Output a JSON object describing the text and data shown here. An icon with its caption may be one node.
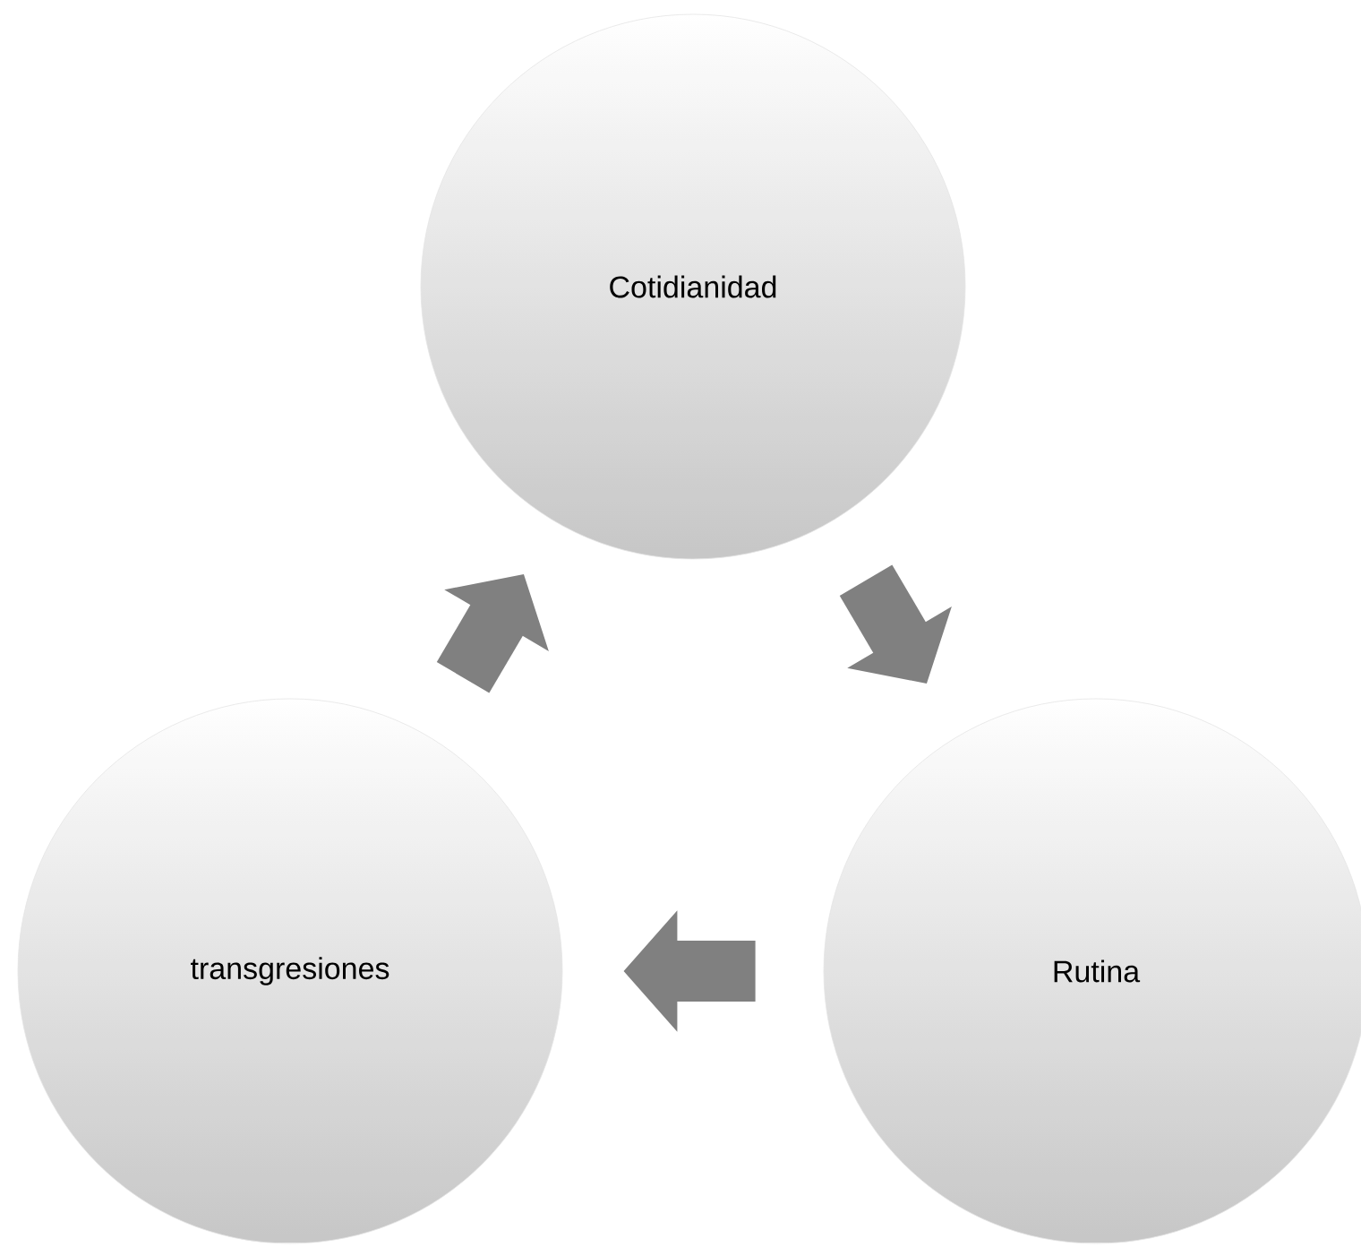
{
  "diagram": {
    "nodes": [
      {
        "text": [
          "Cotidianidad"
        ]
      },
      {
        "text": [
          "Rutina"
        ]
      },
      {
        "text": [
          "transgresiones"
        ]
      }
    ],
    "edges": [
      {
        "from": 0,
        "to": 1,
        "arrow": "to"
      },
      {
        "from": 1,
        "to": 2,
        "arrow": "to"
      },
      {
        "from": 2,
        "to": 0,
        "arrow": "to"
      }
    ]
  }
}
